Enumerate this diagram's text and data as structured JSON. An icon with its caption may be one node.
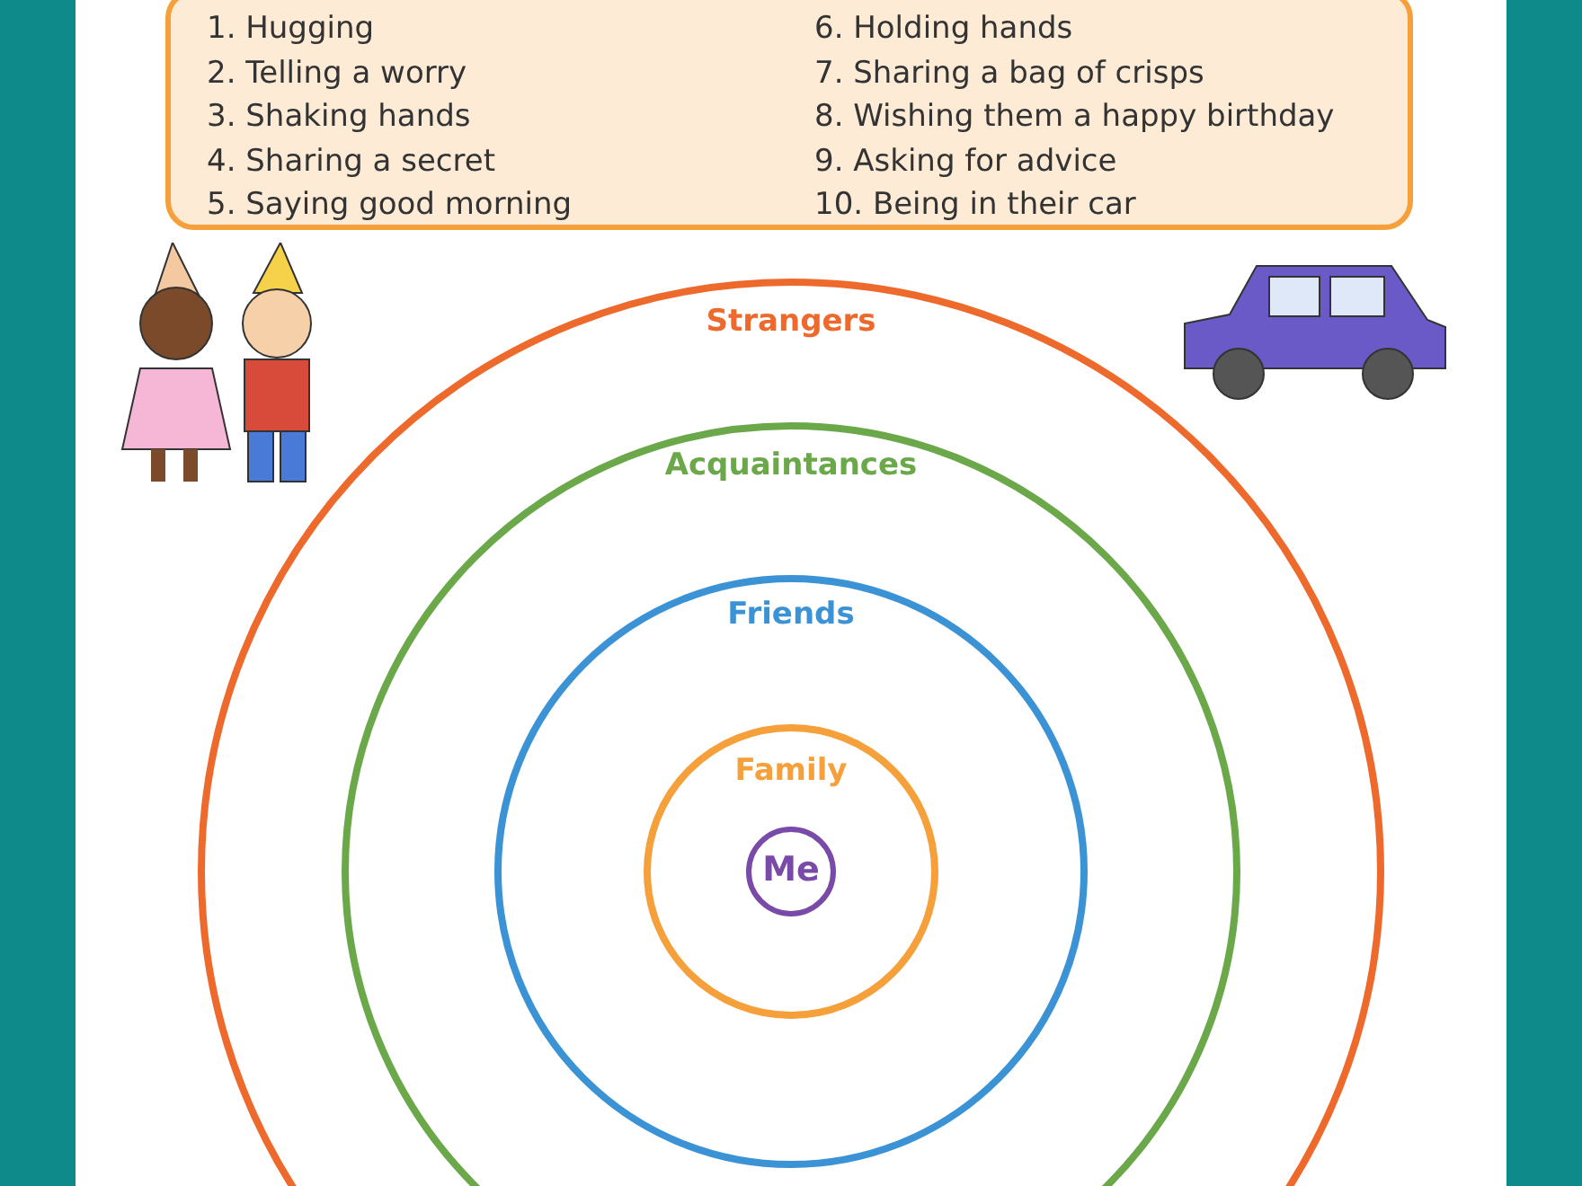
{
  "diagram": {
    "nodes": [
      {
        "text": [
          "Strangers"
        ]
      },
      {
        "text": [
          "Acquaintances"
        ],
        "in": 0
      },
      {
        "text": [
          "Friends"
        ],
        "in": 1
      },
      {
        "text": [
          "Family"
        ],
        "in": 2
      },
      {
        "text": [
          "Me"
        ],
        "in": 3
      }
    ],
    "labels": [
      "1. Hugging",
      "2. Telling a worry",
      "3. Shaking hands",
      "4. Sharing a secret",
      "5. Saying good morning",
      "6. Holding hands",
      "7. Sharing a bag of crisps",
      "8. Wishing them a happy birthday",
      "9. Asking for advice",
      "10. Being in their car"
    ]
  }
}
